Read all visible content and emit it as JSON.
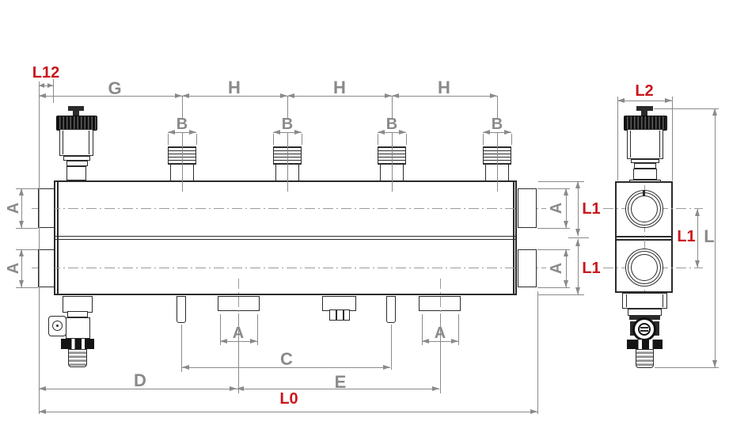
{
  "colors": {
    "accent_red": "#c9171e",
    "dimension_gray": "#8a8a8a",
    "centerline_gray": "#9b9b9b",
    "line_dark": "#2b2b2b",
    "background": "#ffffff"
  },
  "dims": {
    "l12": "L12",
    "g": "G",
    "h": "H",
    "b": "B",
    "a": "A",
    "l1": "L1",
    "l2": "L2",
    "l0": "L0",
    "l": "L",
    "c": "C",
    "d": "D",
    "e": "E"
  }
}
